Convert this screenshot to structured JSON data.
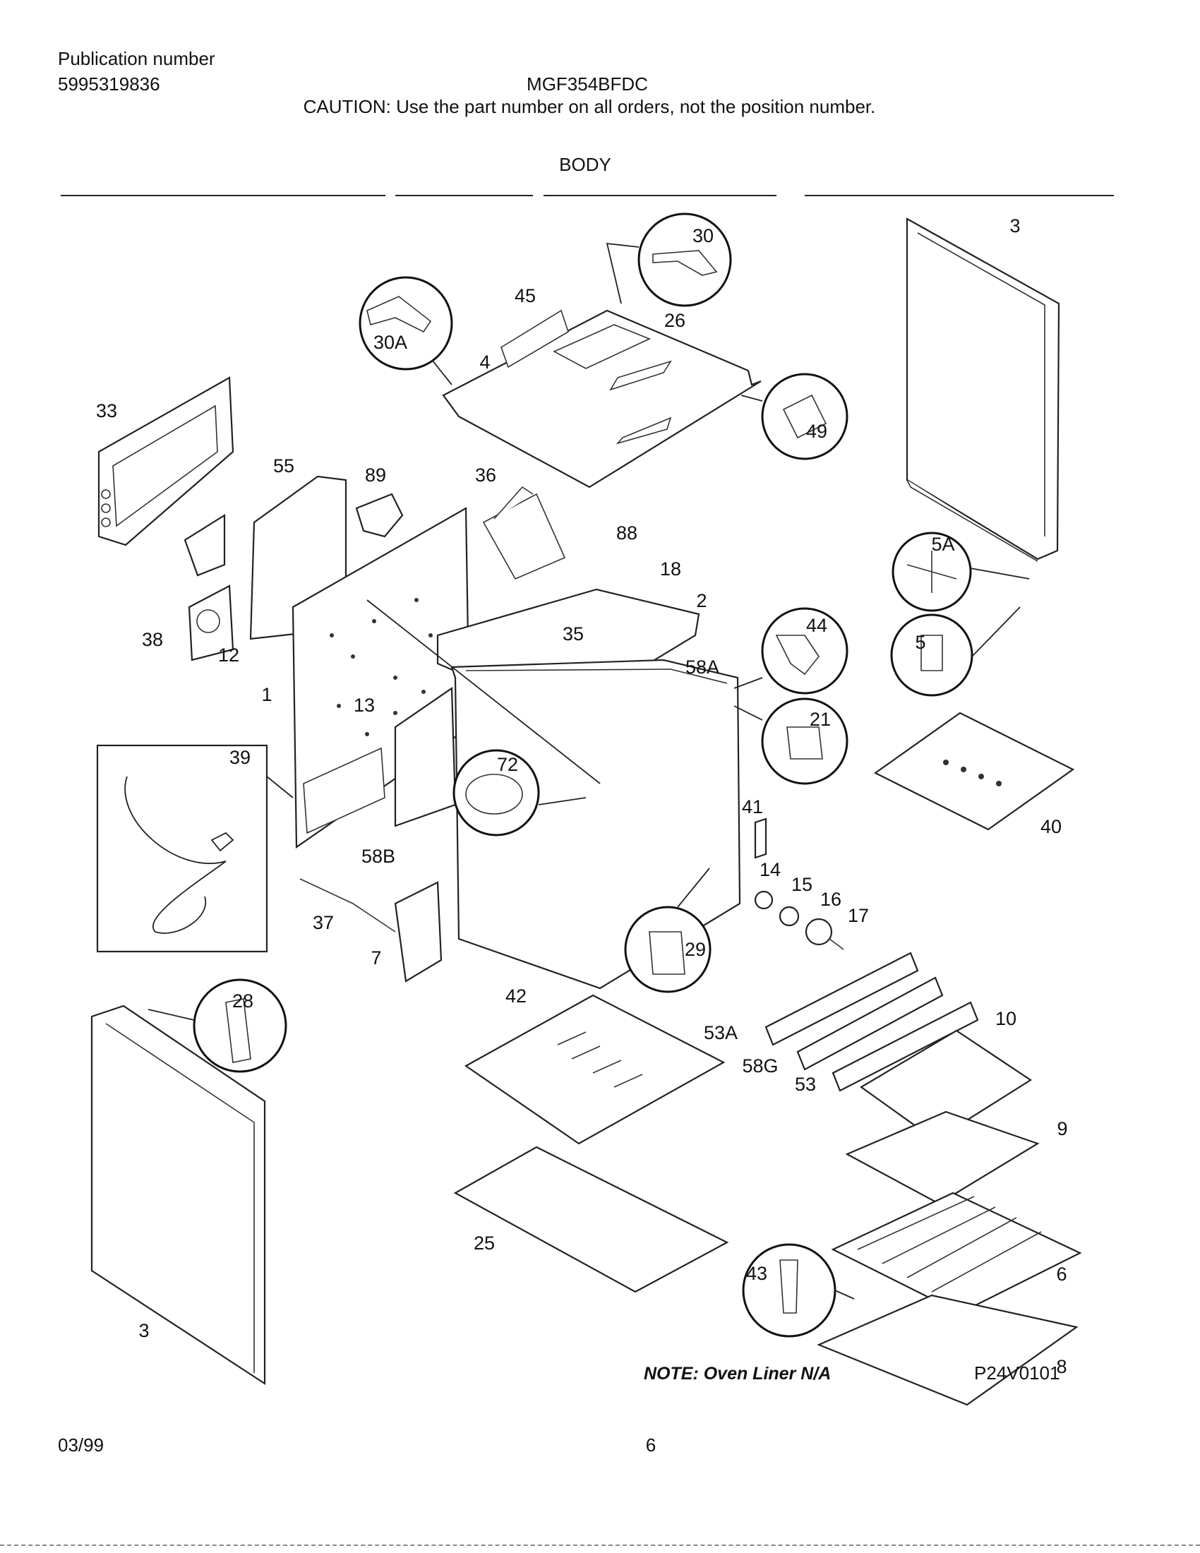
{
  "header": {
    "publication_label": "Publication number",
    "publication_number": "5995319836",
    "model": "MGF354BFDC",
    "caution": "CAUTION:  Use the part number on all orders, not the position number.",
    "section_title": "BODY"
  },
  "diagram": {
    "callouts": [
      "30",
      "45",
      "26",
      "30A",
      "4",
      "49",
      "3",
      "33",
      "55",
      "89",
      "36",
      "88",
      "18",
      "5A",
      "2",
      "35",
      "38",
      "12",
      "44",
      "5",
      "58A",
      "1",
      "13",
      "21",
      "39",
      "72",
      "40",
      "41",
      "58B",
      "14",
      "15",
      "16",
      "17",
      "37",
      "7",
      "29",
      "28",
      "42",
      "53A",
      "10",
      "58G",
      "53",
      "9",
      "25",
      "43",
      "6",
      "3",
      "8"
    ],
    "note": "NOTE: Oven Liner N/A",
    "figure_id": "P24V0101"
  },
  "footer": {
    "date": "03/99",
    "page": "6"
  }
}
